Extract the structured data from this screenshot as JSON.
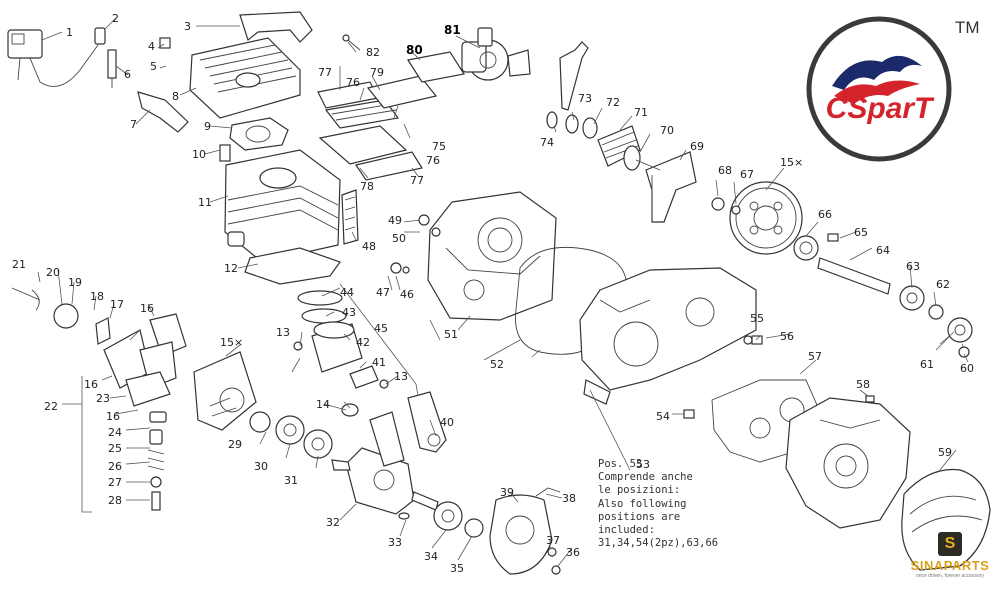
{
  "diagram": {
    "part_labels": [
      "1",
      "2",
      "3",
      "4",
      "5",
      "6",
      "7",
      "8",
      "9",
      "10",
      "11",
      "12",
      "13",
      "13",
      "14",
      "15×",
      "15×",
      "16",
      "16",
      "16",
      "17",
      "18",
      "19",
      "20",
      "21",
      "22",
      "23",
      "24",
      "25",
      "26",
      "27",
      "28",
      "29",
      "30",
      "31",
      "32",
      "33",
      "34",
      "35",
      "36",
      "37",
      "38",
      "39",
      "40",
      "41",
      "42",
      "43",
      "44",
      "45",
      "46",
      "47",
      "48",
      "49",
      "50",
      "51",
      "52",
      "53",
      "54",
      "55",
      "56",
      "57",
      "58",
      "59",
      "60",
      "61",
      "62",
      "63",
      "64",
      "65",
      "66",
      "67",
      "68",
      "69",
      "70",
      "71",
      "72",
      "73",
      "74",
      "75",
      "76",
      "76",
      "77",
      "77",
      "78",
      "79",
      "80",
      "81",
      "82"
    ],
    "note_lines": [
      "Pos. 53",
      "Comprende anche",
      "le posizioni:",
      "Also following",
      "positions are",
      "included:",
      "31,34,54(2pz),63,66"
    ]
  },
  "brand": {
    "logo_text": "CSparT",
    "trademark": "TM",
    "watermark_glyph": "S",
    "watermark_name": "SINAPARTS",
    "watermark_tagline": "once driven, forever accessory",
    "colors": {
      "logo_red": "#d4232b",
      "logo_navy": "#1b2a6b",
      "watermark_gold": "#d9a21a"
    }
  }
}
